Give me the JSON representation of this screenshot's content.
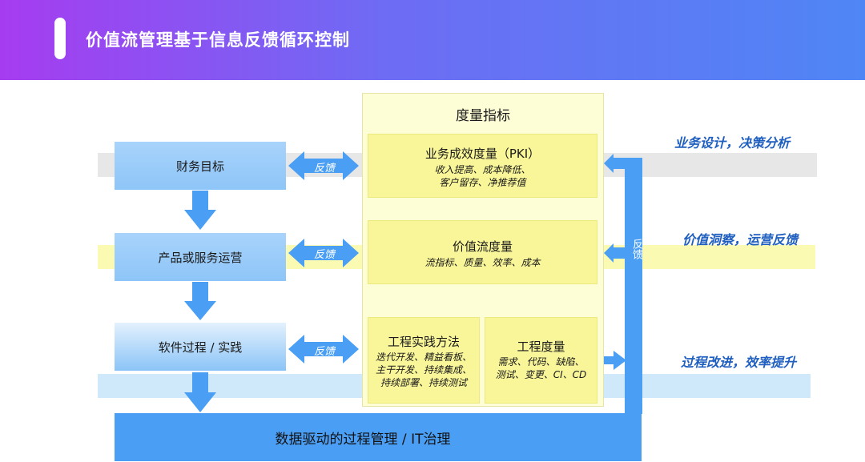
{
  "header": {
    "title": "价值流管理基于信息反馈循环控制"
  },
  "left": {
    "finance": "财务目标",
    "product": "产品或服务运营",
    "software": "软件过程 / 实践"
  },
  "bottom": {
    "label": "数据驱动的过程管理 / IT治理"
  },
  "feedback": {
    "label": "反馈",
    "column_label": "反馈"
  },
  "metrics": {
    "title": "度量指标",
    "pki": {
      "title": "业务成效度量（PKI）",
      "lines": [
        "收入提高、成本降低、",
        "客户留存、净推荐值"
      ]
    },
    "flow": {
      "title": "价值流度量",
      "lines": [
        "流指标、质量、效率、成本"
      ]
    },
    "eng": {
      "title": "工程实践方法",
      "lines": [
        "迭代开发、精益看板、",
        "主干开发、持续集成、",
        "持续部署、持续测试"
      ]
    },
    "engm": {
      "title": "工程度量",
      "lines": [
        "需求、代码、缺陷、",
        "测试、变更、CI、CD"
      ]
    }
  },
  "right_labels": {
    "r1": "业务设计，决策分析",
    "r2": "价值洞察，运营反馈",
    "r3": "过程改进，效率提升"
  },
  "colors": {
    "arrow": "#4a9ff5",
    "header_start": "#a63cf0",
    "header_end": "#4f86f5",
    "label": "#1f5fbf"
  }
}
